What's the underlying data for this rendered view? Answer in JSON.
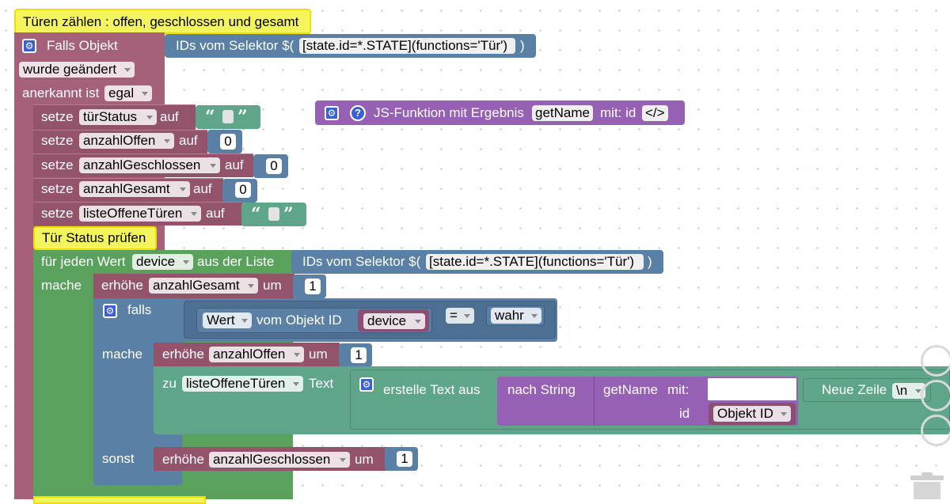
{
  "comments": {
    "title": "Türen zählen : offen, geschlossen und gesamt",
    "check": "Tür Status prüfen"
  },
  "trigger": {
    "label": "Falls Objekt",
    "changed": "wurde geändert",
    "ack_label": "anerkannt ist",
    "ack_value": "egal",
    "selector_label": "IDs vom Selektor $(",
    "selector_value": "[state.id=*.STATE](functions='Tür')",
    "selector_close": ")"
  },
  "sets": [
    {
      "kw": "setze",
      "var": "türStatus",
      "auf": "auf",
      "value": ""
    },
    {
      "kw": "setze",
      "var": "anzahlOffen",
      "auf": "auf",
      "value": "0"
    },
    {
      "kw": "setze",
      "var": "anzahlGeschlossen",
      "auf": "auf",
      "value": "0"
    },
    {
      "kw": "setze",
      "var": "anzahlGesamt",
      "auf": "auf",
      "value": "0"
    },
    {
      "kw": "setze",
      "var": "listeOffeneTüren",
      "auf": "auf",
      "value": ""
    }
  ],
  "jsfunc": {
    "label": "JS-Funktion mit Ergebnis",
    "name": "getName",
    "mit": "mit: id",
    "code": "</>"
  },
  "loop": {
    "label": "für jeden Wert",
    "var": "device",
    "from": "aus der Liste",
    "do": "mache",
    "selector_label": "IDs vom Selektor $(",
    "selector_value": "[state.id=*.STATE](functions='Tür')",
    "selector_close": ")"
  },
  "inc_total": {
    "kw": "erhöhe",
    "var": "anzahlGesamt",
    "by": "um",
    "value": "1"
  },
  "ifblock": {
    "if": "falls",
    "do": "mache",
    "else": "sonst",
    "value_dd": "Wert",
    "of_obj": "vom Objekt ID",
    "obj": "device",
    "op": "=",
    "bool": "wahr"
  },
  "inc_open": {
    "kw": "erhöhe",
    "var": "anzahlOffen",
    "by": "um",
    "value": "1"
  },
  "append": {
    "zu": "zu",
    "var": "listeOffeneTüren",
    "text": "Text",
    "create": "erstelle Text aus",
    "to_string": "nach String",
    "getname": "getName",
    "mit": "mit:",
    "id": "id",
    "objid": "Objekt ID",
    "newline": "Neue Zeile",
    "nl": "\\n"
  },
  "inc_closed": {
    "kw": "erhöhe",
    "var": "anzahlGeschlossen",
    "by": "um",
    "value": "1"
  }
}
